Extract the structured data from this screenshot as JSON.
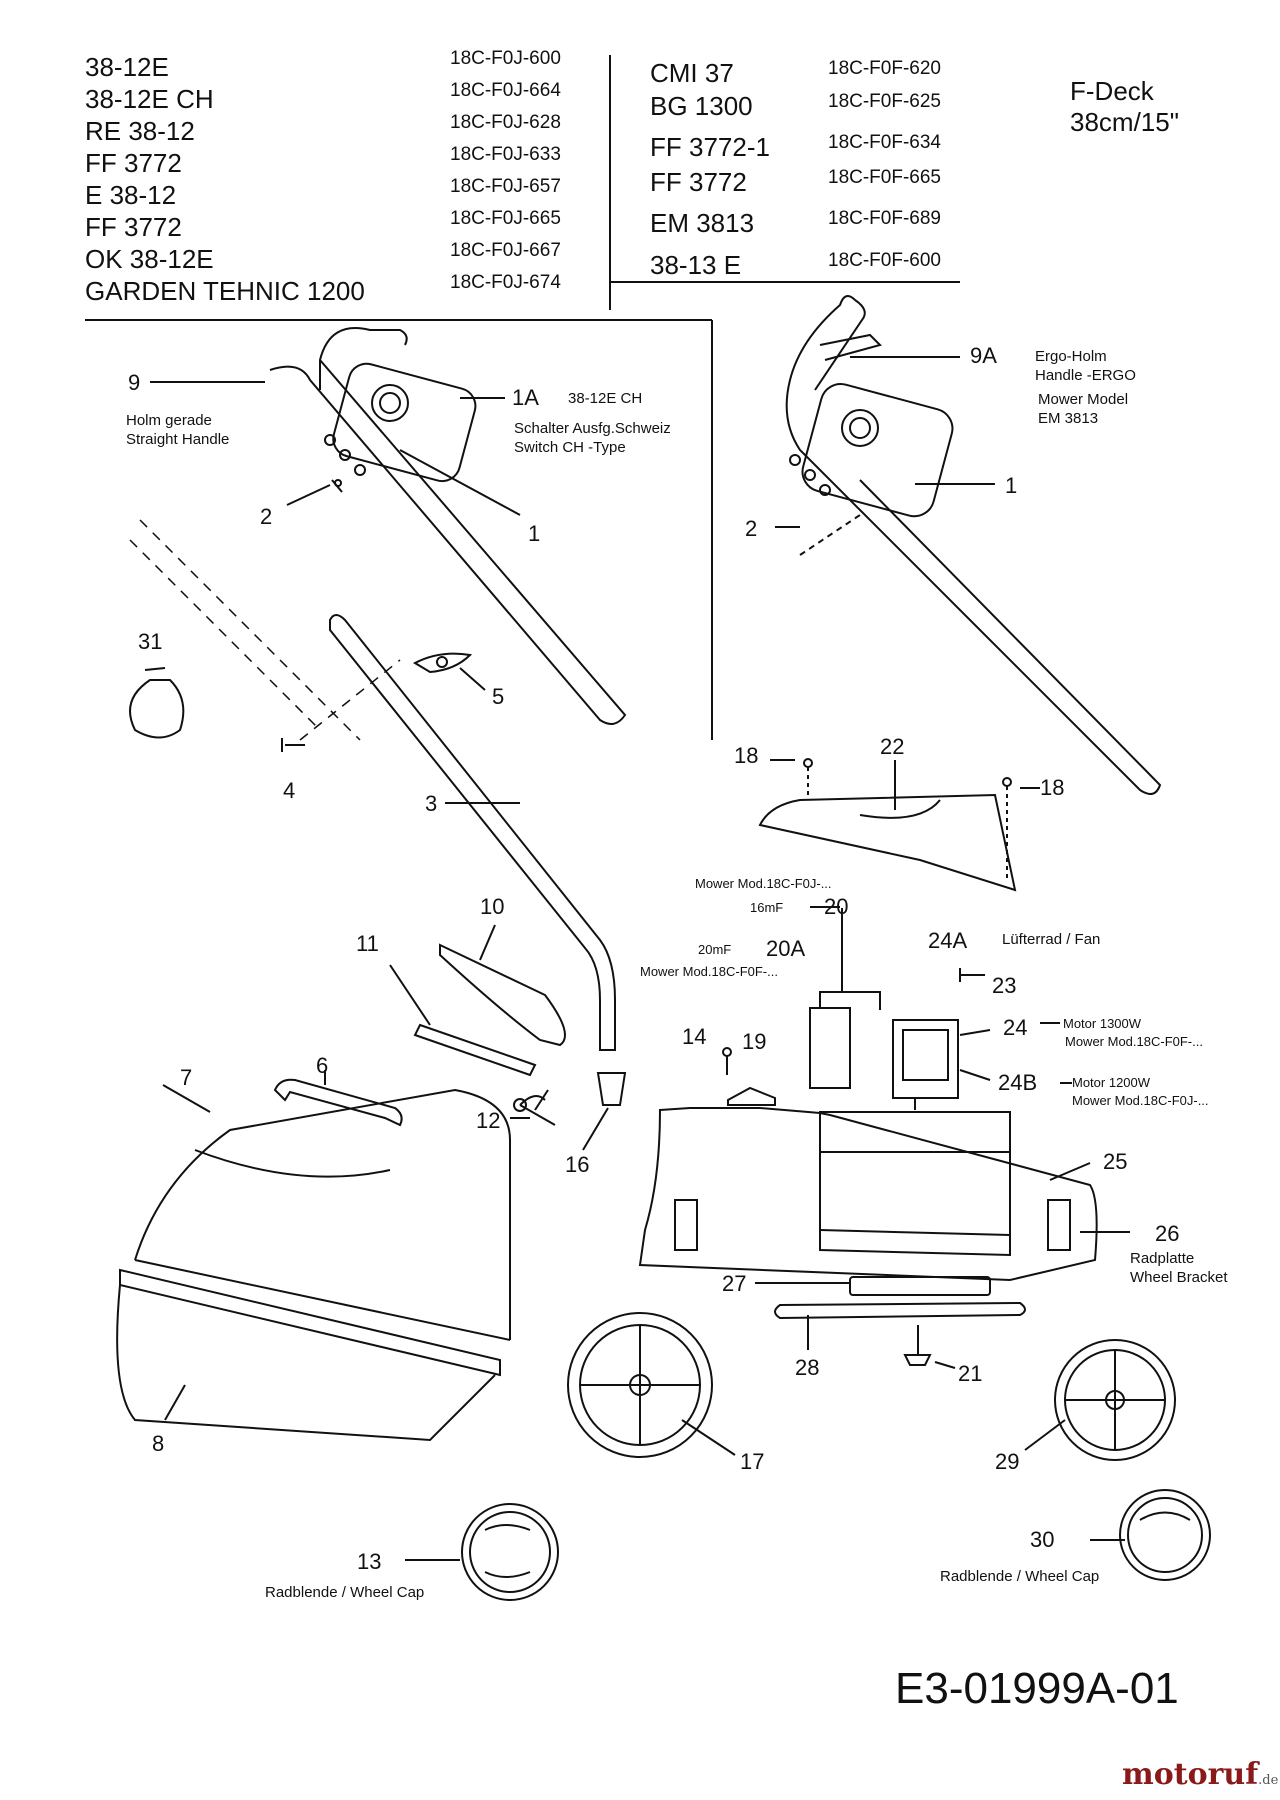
{
  "left_models": [
    {
      "model": "38-12E",
      "code": "18C-F0J-600"
    },
    {
      "model": "38-12E CH",
      "code": "18C-F0J-664"
    },
    {
      "model": "RE 38-12",
      "code": "18C-F0J-628"
    },
    {
      "model": "FF 3772",
      "code": "18C-F0J-633"
    },
    {
      "model": "E 38-12",
      "code": "18C-F0J-657"
    },
    {
      "model": "FF 3772",
      "code": "18C-F0J-665"
    },
    {
      "model": "OK 38-12E",
      "code": "18C-F0J-667"
    },
    {
      "model": "GARDEN TEHNIC 1200",
      "code": "18C-F0J-674"
    }
  ],
  "right_models": [
    {
      "model": "CMI 37",
      "code": "18C-F0F-620"
    },
    {
      "model": "BG 1300",
      "code": "18C-F0F-625"
    },
    {
      "model": "FF 3772-1",
      "code": "18C-F0F-634"
    },
    {
      "model": "FF 3772",
      "code": "18C-F0F-665"
    },
    {
      "model": "EM 3813",
      "code": "18C-F0F-689"
    },
    {
      "model": "38-13 E",
      "code": "18C-F0F-600"
    }
  ],
  "deck": {
    "line1": "F-Deck",
    "line2": "38cm/15\""
  },
  "parts": {
    "p9": "9",
    "p9_note1": "Holm gerade",
    "p9_note2": "Straight Handle",
    "p1a": "1A",
    "p1a_model": "38-12E CH",
    "p1a_note1": "Schalter Ausfg.Schweiz",
    "p1a_note2": "Switch CH -Type",
    "p1": "1",
    "p2": "2",
    "p31": "31",
    "p5": "5",
    "p4": "4",
    "p3": "3",
    "p9a": "9A",
    "p9a_note1": "Ergo-Holm",
    "p9a_note2": "Handle -ERGO",
    "p9a_note3": "Mower Model",
    "p9a_note4": "EM 3813",
    "p1_r": "1",
    "p2_r": "2",
    "p18a": "18",
    "p18b": "18",
    "p22": "22",
    "p20_model": "Mower Mod.18C-F0J-...",
    "p20_cap": "16mF",
    "p20": "20",
    "p20a_cap": "20mF",
    "p20a": "20A",
    "p20a_model": "Mower Mod.18C-F0F-...",
    "p24a": "24A",
    "p24a_note": "Lüfterrad / Fan",
    "p23": "23",
    "p24": "24",
    "p24_note1": "Motor 1300W",
    "p24_note2": "Mower Mod.18C-F0F-...",
    "p24b": "24B",
    "p24b_note1": "Motor 1200W",
    "p24b_note2": "Mower Mod.18C-F0J-...",
    "p10": "10",
    "p11": "11",
    "p14": "14",
    "p19": "19",
    "p7": "7",
    "p6": "6",
    "p12": "12",
    "p16": "16",
    "p25": "25",
    "p26": "26",
    "p26_note1": "Radplatte",
    "p26_note2": "Wheel Bracket",
    "p27": "27",
    "p28": "28",
    "p21": "21",
    "p8": "8",
    "p17": "17",
    "p29": "29",
    "p13": "13",
    "p13_note": "Radblende / Wheel Cap",
    "p30": "30",
    "p30_note": "Radblende / Wheel Cap"
  },
  "drawing_id": "E3-01999A-01",
  "logo": {
    "name": "motoruf",
    "tld": ".de"
  }
}
